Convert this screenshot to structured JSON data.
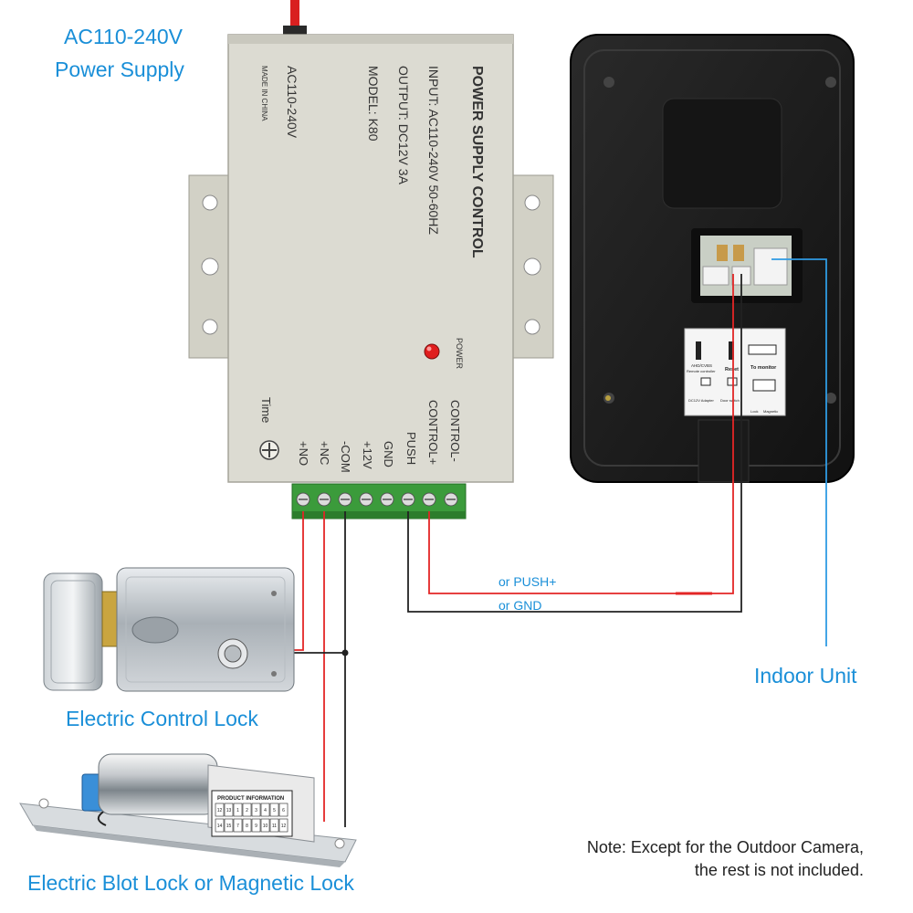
{
  "captions": {
    "power_supply_line1": "AC110-240V",
    "power_supply_line2": "Power Supply",
    "indoor_unit": "Indoor Unit",
    "electric_control_lock": "Electric Control Lock",
    "electric_bolt_lock": "Electric Blot Lock or Magnetic Lock"
  },
  "note": {
    "line1": "Note:  Except for the Outdoor Camera,",
    "line2": "the rest is not included."
  },
  "wire_labels": {
    "push": "or PUSH+",
    "gnd": "or GND"
  },
  "power_box": {
    "heading": "POWER SUPPLY CONTROL",
    "input": "INPUT: AC110-240V  50-60HZ",
    "output": "OUTPUT: DC12V  3A",
    "model": "MODEL: K80",
    "voltage": "AC110-240V",
    "made_in": "MADE IN CHINA",
    "power_led_label": "POWER",
    "time_label": "Time",
    "terminals": [
      "+NO",
      "+NC",
      "-COM",
      "+12V",
      "GND",
      "PUSH",
      "CONTROL+",
      "CONTROL-"
    ]
  },
  "indoor_unit_labels": {
    "ahd_cvbs": "AHD/CVBS",
    "remote_controller": "Remote controller",
    "reset": "Reset",
    "to_monitor": "To monitor",
    "dc12v_adapter": "DC12V Adapter",
    "door_switch": "Door switch",
    "lock": "Lock",
    "magnetic": "Magnetic"
  },
  "bolt_lock_sticker": {
    "title": "PRODUCT INFORMATION",
    "row1": [
      "12",
      "13",
      "1",
      "2",
      "3",
      "4",
      "5",
      "6"
    ],
    "row2": [
      "14",
      "15",
      "7",
      "8",
      "9",
      "10",
      "11",
      "12"
    ]
  },
  "colors": {
    "caption_blue": "#1a8fd8",
    "wire_red": "#e32626",
    "wire_black": "#222222",
    "wire_blue": "#2f9be3",
    "box_beige": "#d9d8cf",
    "terminal_green": "#3a9a3a",
    "unit_black": "#1c1c1c"
  },
  "icons": [
    "bolt-lock-image",
    "rim-lock-image",
    "power-box-image",
    "indoor-unit-image",
    "power-led-icon",
    "time-knob-icon"
  ]
}
